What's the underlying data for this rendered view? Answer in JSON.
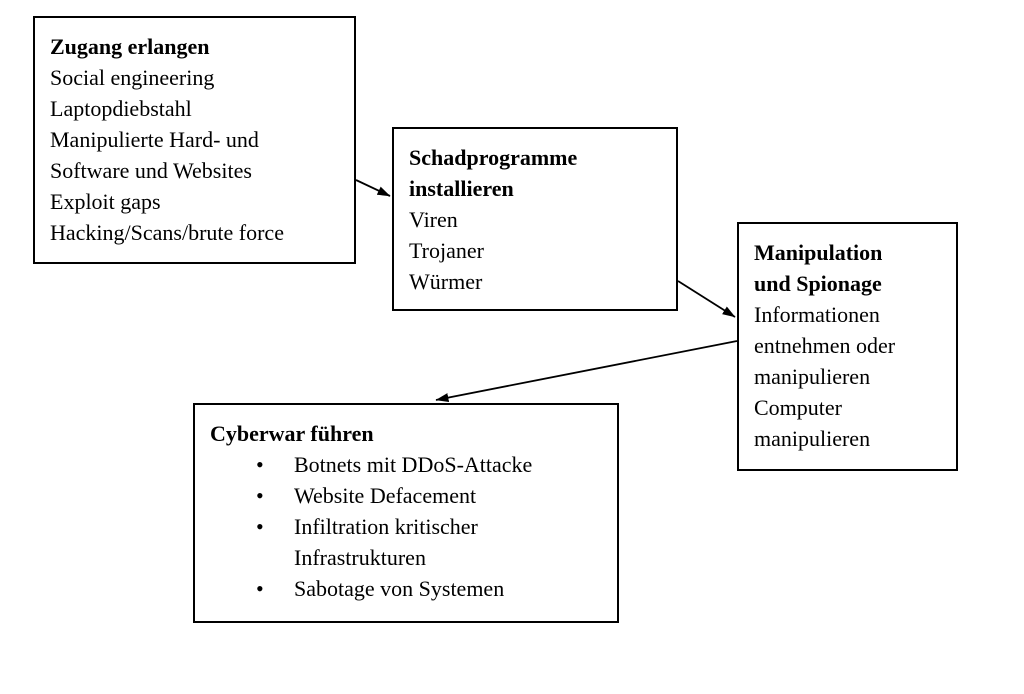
{
  "diagram": {
    "colors": {
      "border": "#000000",
      "text": "#000000",
      "background": "#ffffff",
      "arrow": "#000000"
    },
    "bullet_glyph": "•",
    "boxes": [
      {
        "id": "zugang-erlangen",
        "title_lines": [
          "Zugang erlangen"
        ],
        "lines": [
          "Social engineering",
          "Laptopdiebstahl",
          "Manipulierte Hard- und",
          "Software und Websites",
          "Exploit gaps",
          "Hacking/Scans/brute force"
        ]
      },
      {
        "id": "schadprogramme-installieren",
        "title_lines": [
          "Schadprogramme",
          "installieren"
        ],
        "lines": [
          "Viren",
          "Trojaner",
          "Würmer"
        ]
      },
      {
        "id": "manipulation-und-spionage",
        "title_lines": [
          "Manipulation",
          "und Spionage"
        ],
        "lines": [
          "Informationen",
          "entnehmen oder",
          "manipulieren",
          "Computer",
          "manipulieren"
        ]
      },
      {
        "id": "cyberwar-fuehren",
        "title_lines": [
          "Cyberwar führen"
        ],
        "bullets": [
          {
            "lines": [
              "Botnets mit DDoS-Attacke"
            ]
          },
          {
            "lines": [
              "Website Defacement"
            ]
          },
          {
            "lines": [
              "Infiltration kritischer",
              "Infrastrukturen"
            ]
          },
          {
            "lines": [
              "Sabotage von Systemen"
            ]
          }
        ]
      }
    ]
  }
}
